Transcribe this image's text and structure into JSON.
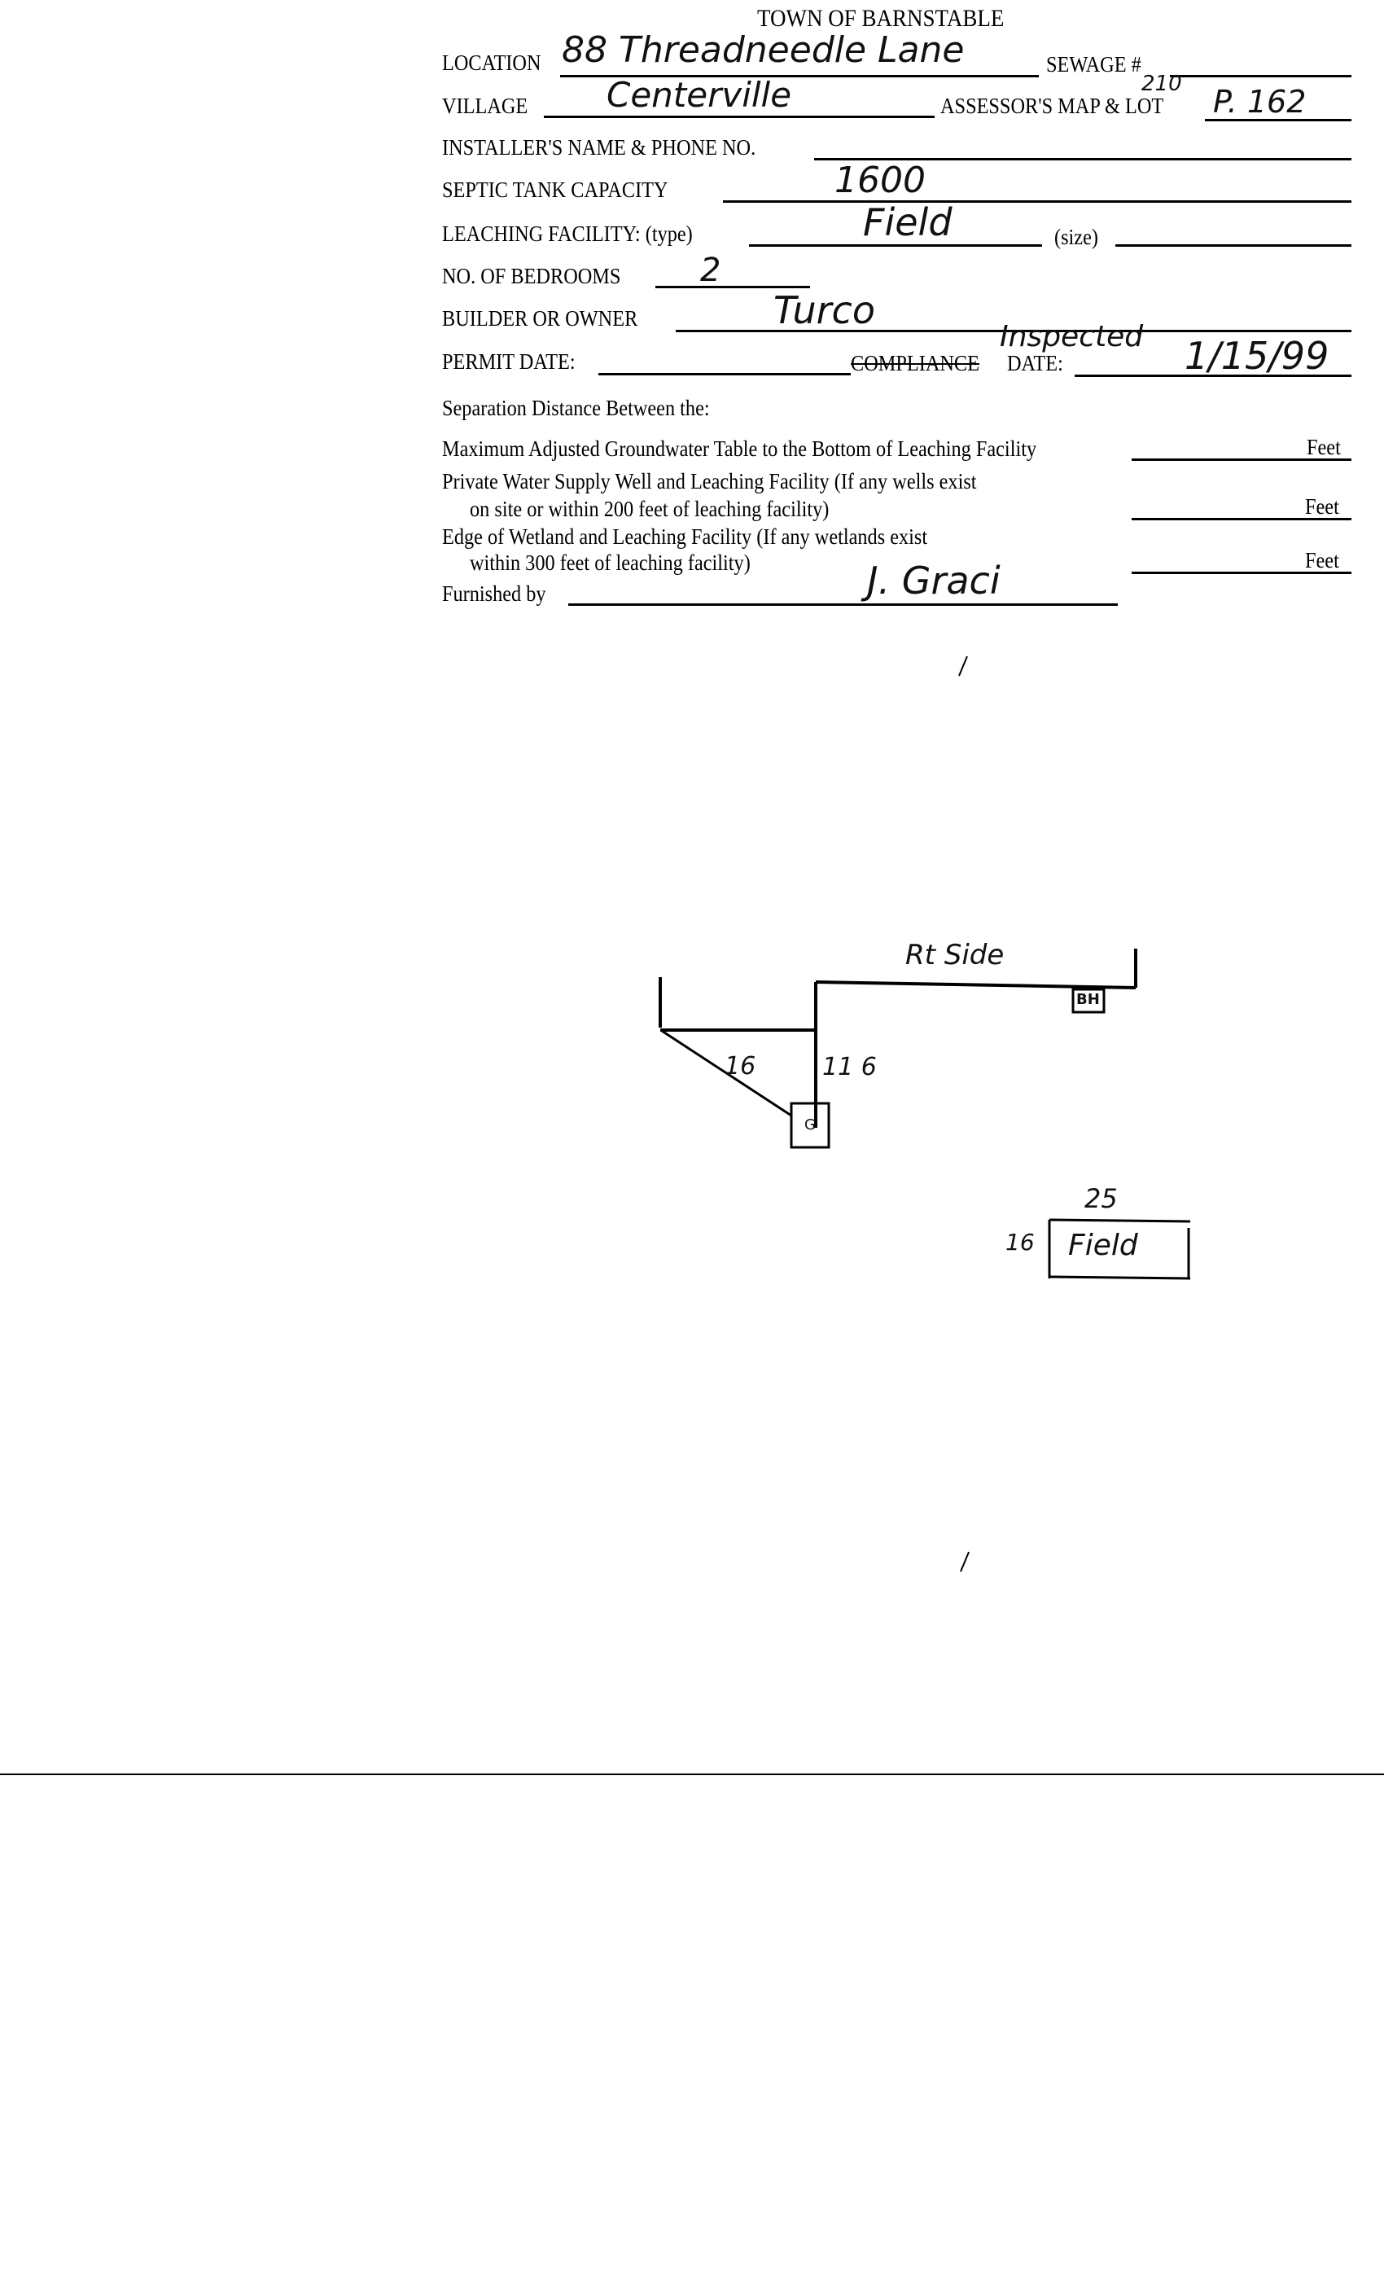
{
  "title": "TOWN OF BARNSTABLE",
  "form": {
    "location_label": "LOCATION",
    "location_value": "88 Threadneedle Lane",
    "sewage_label": "SEWAGE #",
    "village_label": "VILLAGE",
    "village_value": "Centerville",
    "assessor_label": "ASSESSOR'S MAP & LOT",
    "assessor_map_value": "210",
    "assessor_lot_value": "P. 162",
    "installer_label": "INSTALLER'S NAME & PHONE NO.",
    "septic_label": "SEPTIC TANK CAPACITY",
    "septic_value": "1600",
    "leaching_label": "LEACHING FACILITY: (type)",
    "leaching_value": "Field",
    "size_label": "(size)",
    "bedrooms_label": "NO. OF BEDROOMS",
    "bedrooms_value": "2",
    "builder_label": "BUILDER OR OWNER",
    "builder_value": "Turco",
    "permit_label": "PERMIT DATE:",
    "compliance_label": "COMPLIANCE",
    "date_label": "DATE:",
    "inspected_note": "Inspected",
    "compliance_value": "1/15/99"
  },
  "separation": {
    "heading": "Separation Distance Between the:",
    "rows": [
      {
        "line1": "Maximum Adjusted Groundwater Table to the Bottom of Leaching Facility",
        "line2": "",
        "unit": "Feet"
      },
      {
        "line1": "Private Water Supply Well and Leaching Facility  (If any wells exist",
        "line2": "on site or within 200 feet of leaching facility)",
        "unit": "Feet"
      },
      {
        "line1": "Edge of Wetland and Leaching Facility (If any wetlands exist",
        "line2": "within 300 feet of leaching facility)",
        "unit": "Feet"
      }
    ],
    "furnished_label": "Furnished by",
    "furnished_value": "J. Graci"
  },
  "sketch": {
    "side_label": "Rt Side",
    "bh_label": "BH",
    "g_label": "G",
    "diag_dim": "16",
    "vert_dim": "11 6",
    "field_label": "Field",
    "field_width": "25",
    "field_height": "16"
  }
}
